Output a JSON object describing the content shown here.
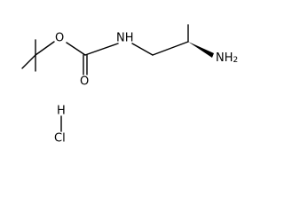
{
  "molecule": {
    "atoms": {
      "ether_oxygen": "O",
      "carbonyl_oxygen": "O",
      "carbamate_nitrogen": "NH",
      "amine_nitrogen": "NH",
      "amine_subscript": "2",
      "hydrogen": "H",
      "chlorine": "Cl"
    },
    "stereo_bond": "wedge"
  }
}
